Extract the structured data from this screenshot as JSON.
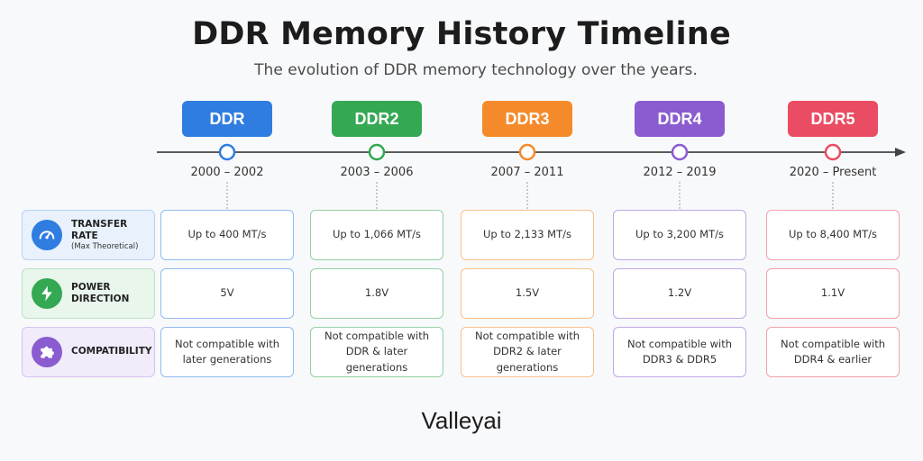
{
  "header": {
    "title": "DDR Memory History Timeline",
    "subtitle": "The evolution of DDR memory technology over the years."
  },
  "generations": [
    {
      "name": "DDR",
      "years": "2000 – 2002",
      "color": "#2f7de1",
      "tint": "#eef5fe",
      "transfer": "Up to 400 MT/s",
      "voltage": "5V",
      "compat": [
        "Not compatible with",
        "later generations"
      ]
    },
    {
      "name": "DDR2",
      "years": "2003 – 2006",
      "color": "#34a853",
      "tint": "#eef8f0",
      "transfer": "Up to 1,066 MT/s",
      "voltage": "1.8V",
      "compat": [
        "Not compatible with",
        "DDR & later generations"
      ]
    },
    {
      "name": "DDR3",
      "years": "2007 – 2011",
      "color": "#f58a2a",
      "tint": "#fef4ea",
      "transfer": "Up to 2,133 MT/s",
      "voltage": "1.5V",
      "compat": [
        "Not compatible with",
        "DDR2 & later generations"
      ]
    },
    {
      "name": "DDR4",
      "years": "2012 – 2019",
      "color": "#8a5cd0",
      "tint": "#f4effb",
      "transfer": "Up to 3,200 MT/s",
      "voltage": "1.2V",
      "compat": [
        "Not compatible with",
        "DDR3 & DDR5"
      ]
    },
    {
      "name": "DDR5",
      "years": "2020 – Present",
      "color": "#ea4c63",
      "tint": "#fdeff1",
      "transfer": "Up to 8,400 MT/s",
      "voltage": "1.1V",
      "compat": [
        "Not compatible with",
        "DDR4 & earlier"
      ]
    }
  ],
  "rows": [
    {
      "key": "transfer",
      "title": "TRANSFER RATE",
      "sub": "(Max Theoretical)",
      "icon": "speedometer-icon",
      "color": "#2f7de1",
      "tint": "#e8f1fc",
      "border": "#b7d1f3"
    },
    {
      "key": "voltage",
      "title": "POWER DIRECTION",
      "sub": "",
      "icon": "lightning-bolt-icon",
      "color": "#34a853",
      "tint": "#e9f6ec",
      "border": "#b9e0c2"
    },
    {
      "key": "compat",
      "title": "COMPATIBILITY",
      "sub": "",
      "icon": "puzzle-piece-icon",
      "color": "#8a5cd0",
      "tint": "#f1ebfa",
      "border": "#d4c4ef"
    }
  ],
  "footer": {
    "brand": "Valleyai"
  }
}
